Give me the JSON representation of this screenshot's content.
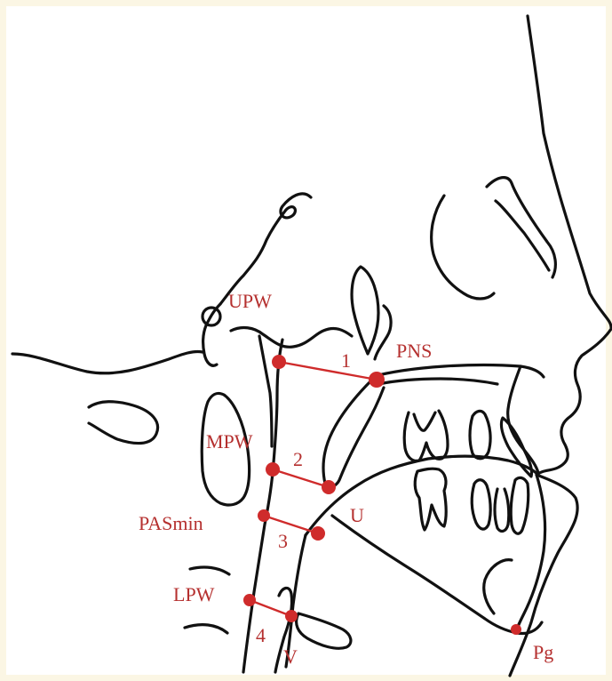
{
  "colors": {
    "background_frame": "#fbf6e4",
    "trace": "#111111",
    "landmark": "#cf2b2b",
    "label": "#b5302f"
  },
  "labels": {
    "upw": "UPW",
    "pns": "PNS",
    "mpw": "MPW",
    "u": "U",
    "pasmin": "PASmin",
    "lpw": "LPW",
    "v": "V",
    "pg": "Pg",
    "n1": "1",
    "n2": "2",
    "n3": "3",
    "n4": "4"
  }
}
